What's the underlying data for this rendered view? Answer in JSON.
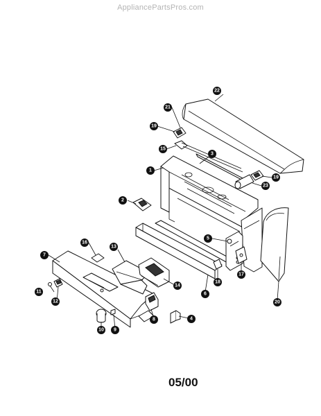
{
  "watermark": "AppliancePartsPros.com",
  "footer_date": "05/00",
  "callouts": [
    "1",
    "2",
    "3",
    "4",
    "5",
    "6",
    "7",
    "8",
    "9",
    "10",
    "11",
    "12",
    "13",
    "14",
    "15",
    "16",
    "17",
    "18",
    "19",
    "20",
    "21",
    "22",
    "23"
  ]
}
